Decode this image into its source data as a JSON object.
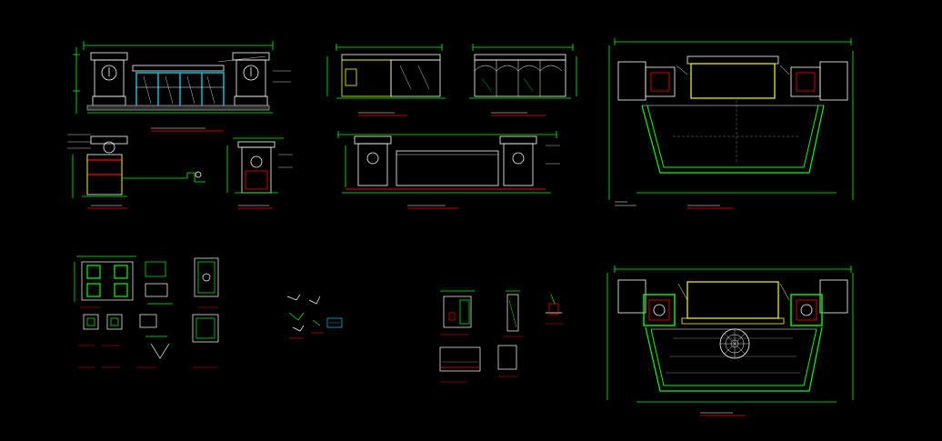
{
  "app": {
    "title": ""
  },
  "colors": {
    "background": "#000000",
    "wall": "#ffffff",
    "dimension": "#00ff00",
    "accent": "#ffff00",
    "glass": "#00b4c8",
    "section": "#ff0000",
    "detail": "#00c8ff",
    "grey": "#a0a0a0"
  },
  "sheet": {
    "layer": "0",
    "linetype": "continuous",
    "views": [
      {
        "id": "front-elevation",
        "kind": "elevation"
      },
      {
        "id": "side-elevation-a",
        "kind": "elevation"
      },
      {
        "id": "side-elevation-b",
        "kind": "elevation"
      },
      {
        "id": "pillar-section",
        "kind": "section"
      },
      {
        "id": "gate-section",
        "kind": "section"
      },
      {
        "id": "rear-elevation",
        "kind": "elevation"
      },
      {
        "id": "roof-plan",
        "kind": "plan"
      },
      {
        "id": "floor-plan",
        "kind": "plan"
      },
      {
        "id": "pillar-details",
        "kind": "detail"
      },
      {
        "id": "small-details",
        "kind": "detail"
      },
      {
        "id": "wall-details",
        "kind": "detail"
      }
    ]
  }
}
